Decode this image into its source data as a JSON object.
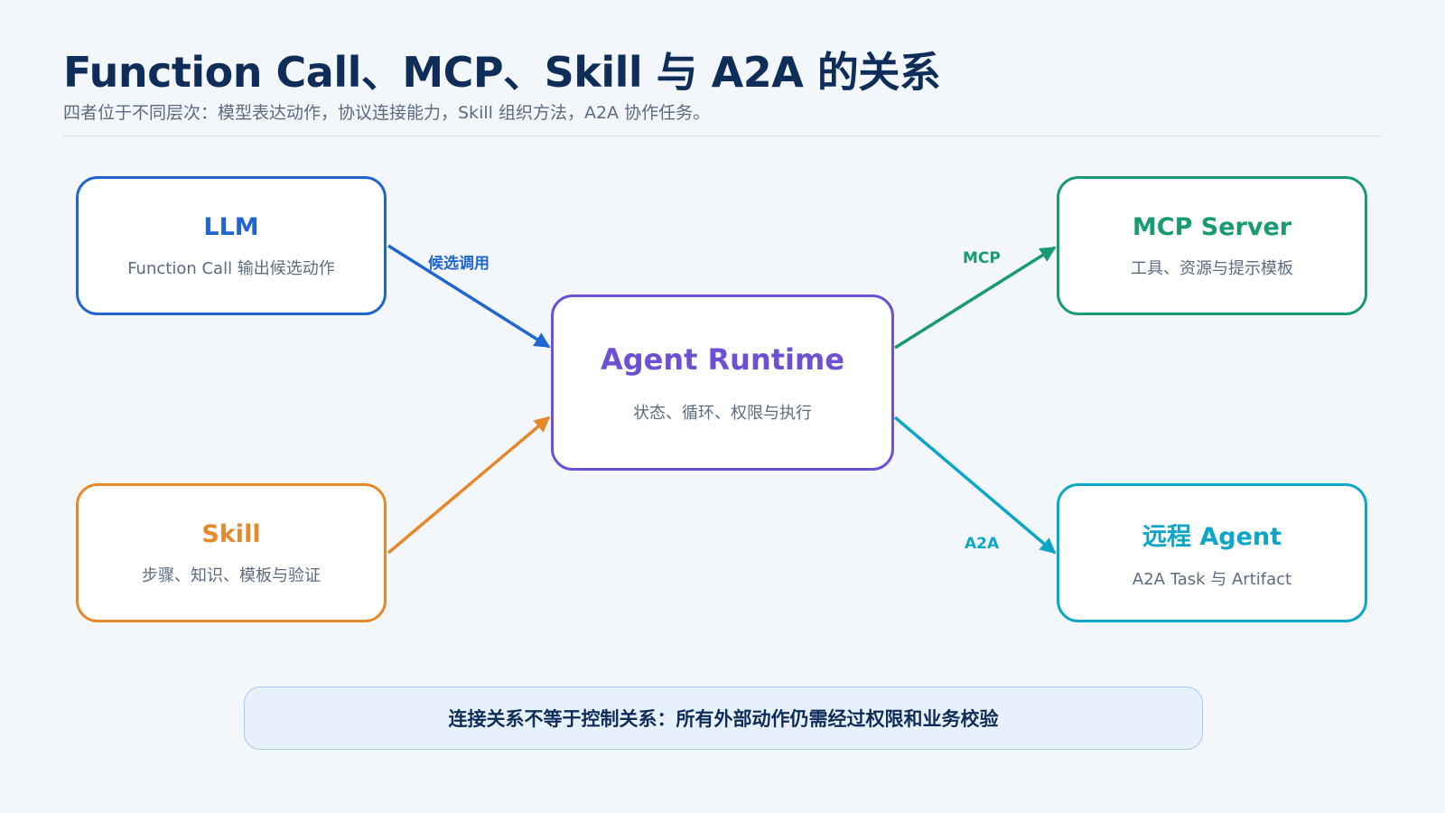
{
  "header": {
    "title": "Function Call、MCP、Skill 与 A2A 的关系",
    "subtitle": "四者位于不同层次：模型表达动作，协议连接能力，Skill 组织方法，A2A 协作任务。"
  },
  "nodes": {
    "llm": {
      "name": "LLM",
      "desc": "Function Call 输出候选动作"
    },
    "skill": {
      "name": "Skill",
      "desc": "步骤、知识、模板与验证"
    },
    "runtime": {
      "name": "Agent Runtime",
      "desc": "状态、循环、权限与执行"
    },
    "mcp_server": {
      "name": "MCP Server",
      "desc": "工具、资源与提示模板"
    },
    "remote_agent": {
      "name": "远程 Agent",
      "desc": "A2A Task 与 Artifact"
    }
  },
  "edges": {
    "llm_to_runtime": {
      "label": "候选调用",
      "color": "#1f66cf"
    },
    "skill_to_runtime": {
      "label": "",
      "color": "#e6892a"
    },
    "runtime_to_mcp": {
      "label": "MCP",
      "color": "#189a72"
    },
    "runtime_to_remote": {
      "label": "A2A",
      "color": "#0ea6c6"
    }
  },
  "colors": {
    "llm": "#1f66cf",
    "skill": "#e6892a",
    "runtime": "#6e50d4",
    "mcp": "#189a72",
    "a2a": "#0ea6c6",
    "title": "#0f2d59"
  },
  "footer": {
    "note": "连接关系不等于控制关系：所有外部动作仍需经过权限和业务校验"
  }
}
